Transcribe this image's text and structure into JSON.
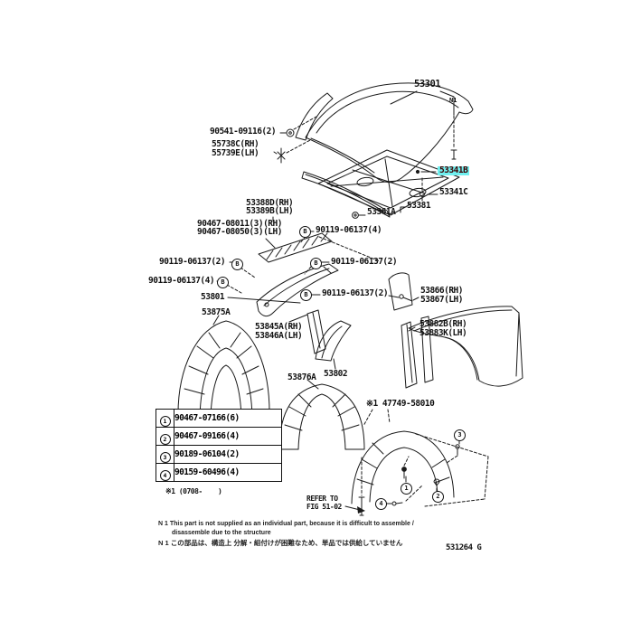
{
  "diagram": {
    "labels": {
      "p53301": "53301",
      "n1": "N1",
      "p90541": "90541-09116(2)",
      "p55738": "55738C(RH)",
      "p55739": "55739E(LH)",
      "p53341B": "53341B",
      "p53341C": "53341C",
      "p53381": "53381",
      "p53361A": "53361A",
      "p53388D": "53388D(RH)",
      "p53389B": "53389B(LH)",
      "p90467rh": "90467-08011(3)(RH)",
      "p90467lh": "90467-08050(3)(LH)",
      "p90119a": "90119-06137(4)",
      "p90119b": "90119-06137(2)",
      "p90119c": "90119-06137(2)",
      "p90119d": "90119-06137(4)",
      "p90119e": "90119-06137(2)",
      "p53866": "53866(RH)",
      "p53867": "53867(LH)",
      "p53882B": "53882B(RH)",
      "p53883K": "53883K(LH)",
      "p53801": "53801",
      "p53875A": "53875A",
      "p53845A": "53845A(RH)",
      "p53846A": "53846A(LH)",
      "p53876A": "53876A",
      "p53802": "53802",
      "p47749": "※1 47749-58010",
      "refer1": "REFER TO",
      "refer2": "FIG 51-02"
    },
    "callouts": {
      "bolt": "B",
      "n1": "1",
      "n2": "2",
      "n3": "3",
      "n4": "4"
    },
    "highlight_color": "#70f0f0"
  },
  "fastener_table": {
    "rows": [
      {
        "no": "1",
        "part": "90467-07166(6)"
      },
      {
        "no": "2",
        "part": "90467-09166(4)"
      },
      {
        "no": "3",
        "part": "90189-06104(2)"
      },
      {
        "no": "4",
        "part": "90159-60496(4)"
      }
    ]
  },
  "notes": {
    "star": "※1 (0708-    )",
    "en1": "N 1 This part is not supplied as an individual part, because it is difficult to assemble /",
    "en2": "disassemble due to the structure",
    "jp": "N 1 この部品は、構造上 分解・組付けが困難なため、単品では供給していません"
  },
  "footer": {
    "fig_code": "531264 G"
  }
}
